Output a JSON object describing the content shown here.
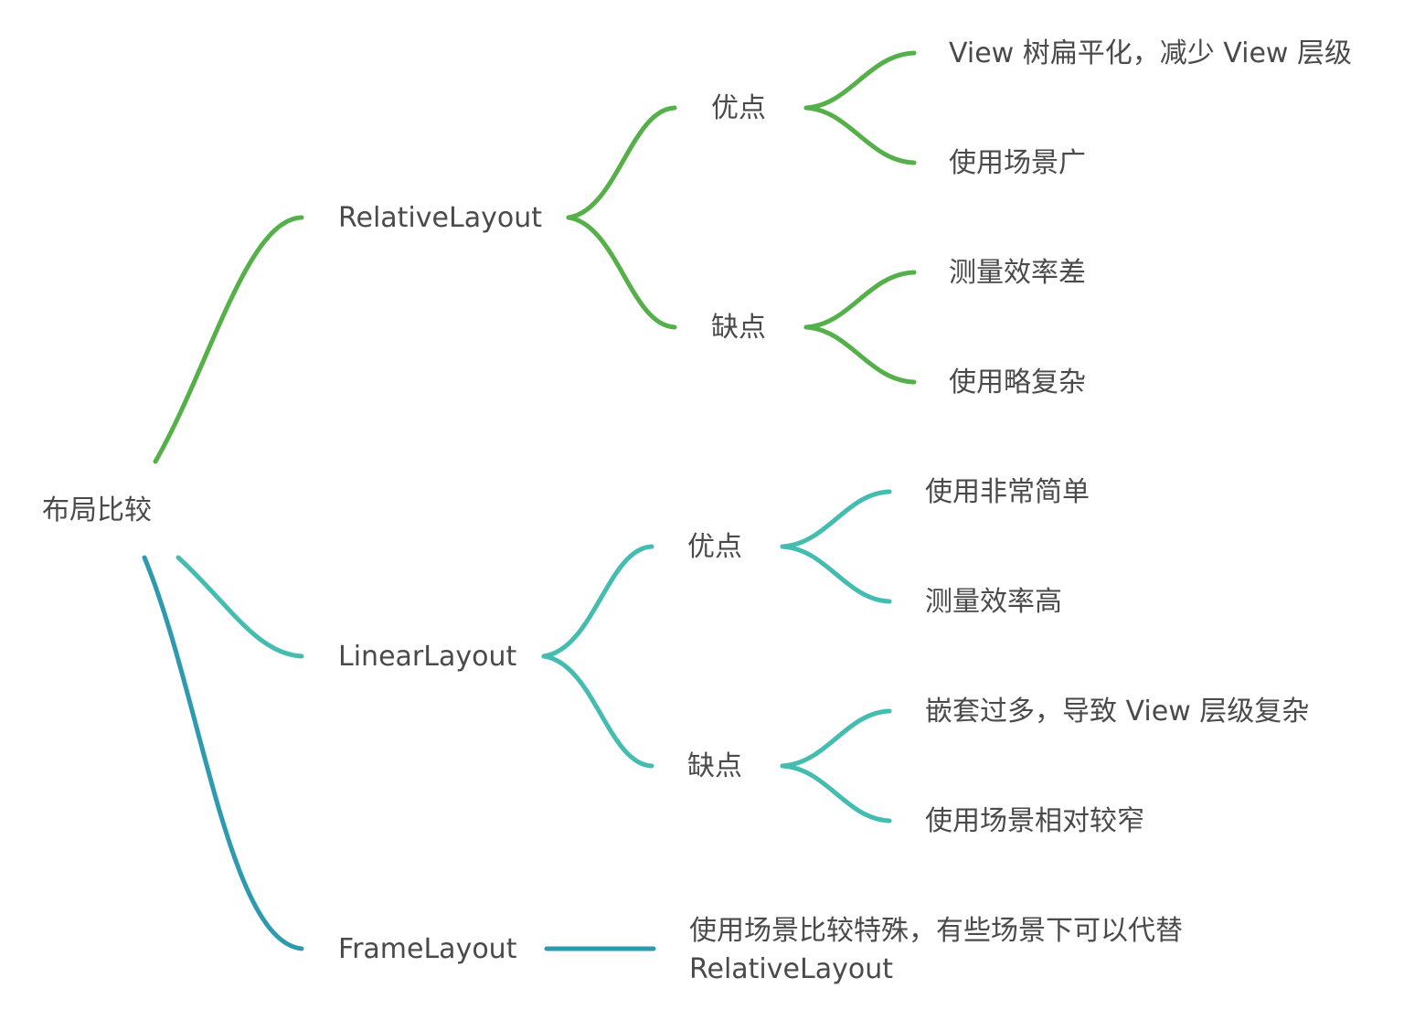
{
  "colors": {
    "relative": "#55b04a",
    "linear": "#44bcb0",
    "frame": "#2e9ab0",
    "text": "#4a4a4a"
  },
  "root": {
    "label": "布局比较"
  },
  "branches": [
    {
      "label": "RelativeLayout",
      "children": [
        {
          "label": "优点",
          "children": [
            "View 树扁平化，减少 View 层级",
            "使用场景广"
          ]
        },
        {
          "label": "缺点",
          "children": [
            "测量效率差",
            "使用略复杂"
          ]
        }
      ]
    },
    {
      "label": "LinearLayout",
      "children": [
        {
          "label": "优点",
          "children": [
            "使用非常简单",
            "测量效率高"
          ]
        },
        {
          "label": "缺点",
          "children": [
            "嵌套过多，导致 View 层级复杂",
            "使用场景相对较窄"
          ]
        }
      ]
    },
    {
      "label": "FrameLayout",
      "note": "使用场景比较特殊，有些场景下可以代替 RelativeLayout"
    }
  ]
}
